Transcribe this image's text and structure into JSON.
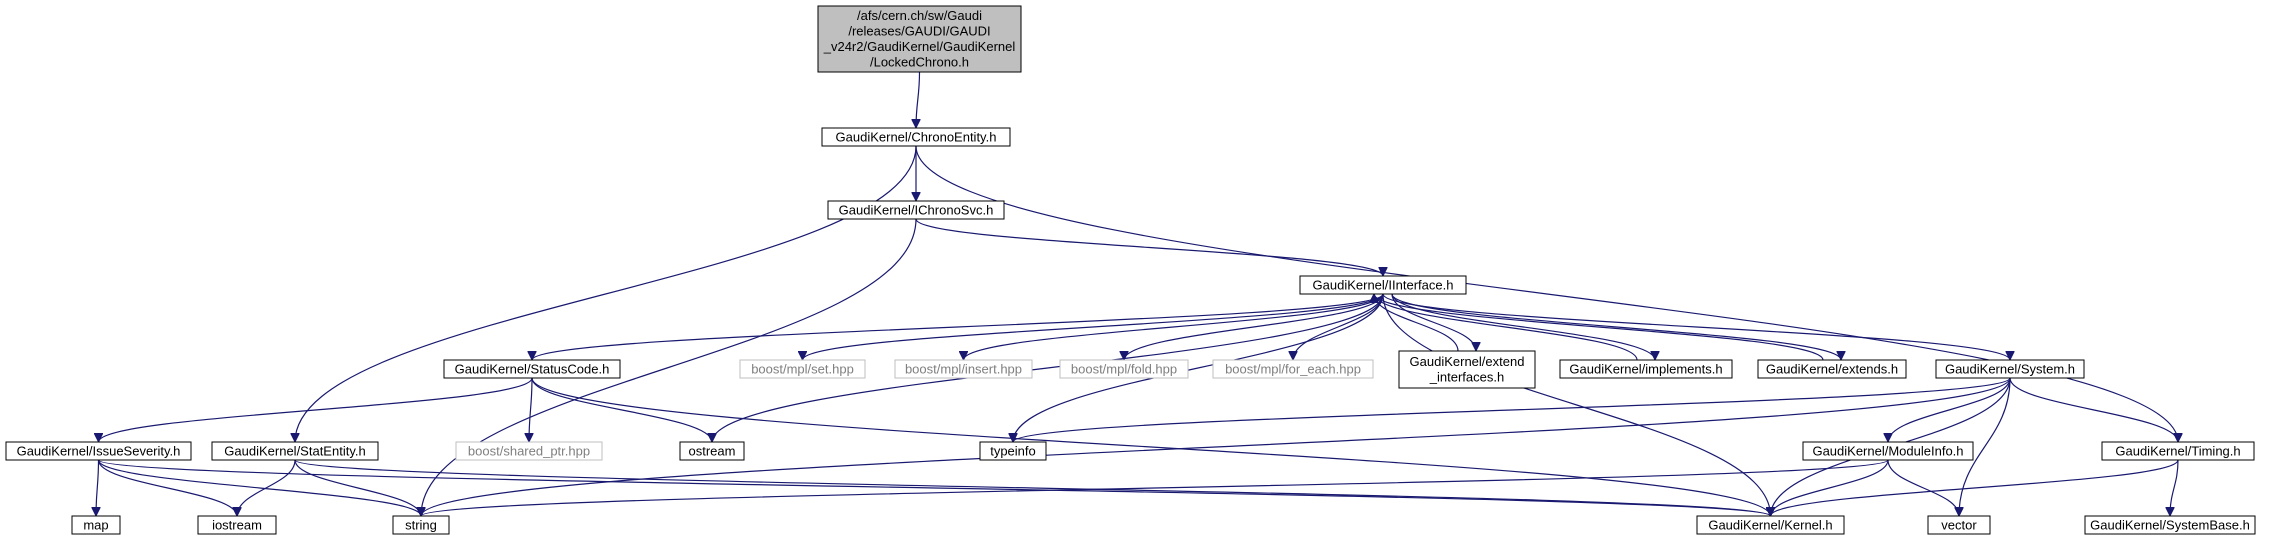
{
  "nodes": [
    {
      "id": "root",
      "lines": [
        "/afs/cern.ch/sw/Gaudi",
        "/releases/GAUDI/GAUDI",
        "_v24r2/GaudiKernel/GaudiKernel",
        "/LockedChrono.h"
      ],
      "style": "root"
    },
    {
      "id": "chronoentity",
      "lines": [
        "GaudiKernel/ChronoEntity.h"
      ],
      "style": "normal"
    },
    {
      "id": "ichronosvc",
      "lines": [
        "GaudiKernel/IChronoSvc.h"
      ],
      "style": "normal"
    },
    {
      "id": "iinterface",
      "lines": [
        "GaudiKernel/IInterface.h"
      ],
      "style": "normal"
    },
    {
      "id": "statuscode",
      "lines": [
        "GaudiKernel/StatusCode.h"
      ],
      "style": "normal"
    },
    {
      "id": "mplset",
      "lines": [
        "boost/mpl/set.hpp"
      ],
      "style": "missing"
    },
    {
      "id": "mplinsert",
      "lines": [
        "boost/mpl/insert.hpp"
      ],
      "style": "missing"
    },
    {
      "id": "mplfold",
      "lines": [
        "boost/mpl/fold.hpp"
      ],
      "style": "missing"
    },
    {
      "id": "mplforeach",
      "lines": [
        "boost/mpl/for_each.hpp"
      ],
      "style": "missing"
    },
    {
      "id": "extendinterfaces",
      "lines": [
        "GaudiKernel/extend",
        "_interfaces.h"
      ],
      "style": "normal"
    },
    {
      "id": "implements",
      "lines": [
        "GaudiKernel/implements.h"
      ],
      "style": "normal"
    },
    {
      "id": "extends",
      "lines": [
        "GaudiKernel/extends.h"
      ],
      "style": "normal"
    },
    {
      "id": "system",
      "lines": [
        "GaudiKernel/System.h"
      ],
      "style": "normal"
    },
    {
      "id": "issueseverity",
      "lines": [
        "GaudiKernel/IssueSeverity.h"
      ],
      "style": "normal"
    },
    {
      "id": "statentity",
      "lines": [
        "GaudiKernel/StatEntity.h"
      ],
      "style": "normal"
    },
    {
      "id": "sharedptr",
      "lines": [
        "boost/shared_ptr.hpp"
      ],
      "style": "missing"
    },
    {
      "id": "ostream",
      "lines": [
        "ostream"
      ],
      "style": "normal"
    },
    {
      "id": "typeinfo",
      "lines": [
        "typeinfo"
      ],
      "style": "normal"
    },
    {
      "id": "moduleinfo",
      "lines": [
        "GaudiKernel/ModuleInfo.h"
      ],
      "style": "normal"
    },
    {
      "id": "timing",
      "lines": [
        "GaudiKernel/Timing.h"
      ],
      "style": "normal"
    },
    {
      "id": "map",
      "lines": [
        "map"
      ],
      "style": "normal"
    },
    {
      "id": "iostream",
      "lines": [
        "iostream"
      ],
      "style": "normal"
    },
    {
      "id": "string",
      "lines": [
        "string"
      ],
      "style": "normal"
    },
    {
      "id": "kernel",
      "lines": [
        "GaudiKernel/Kernel.h"
      ],
      "style": "normal"
    },
    {
      "id": "vector",
      "lines": [
        "vector"
      ],
      "style": "normal"
    },
    {
      "id": "systembase",
      "lines": [
        "GaudiKernel/SystemBase.h"
      ],
      "style": "normal"
    }
  ],
  "edges": [
    {
      "from": "root",
      "to": "chronoentity"
    },
    {
      "from": "chronoentity",
      "to": "ichronosvc"
    },
    {
      "from": "chronoentity",
      "to": "statentity"
    },
    {
      "from": "chronoentity",
      "to": "timing"
    },
    {
      "from": "ichronosvc",
      "to": "iinterface"
    },
    {
      "from": "ichronosvc",
      "to": "string"
    },
    {
      "from": "iinterface",
      "to": "statuscode"
    },
    {
      "from": "iinterface",
      "to": "ostream"
    },
    {
      "from": "iinterface",
      "to": "typeinfo"
    },
    {
      "from": "iinterface",
      "to": "mplset"
    },
    {
      "from": "iinterface",
      "to": "mplinsert"
    },
    {
      "from": "iinterface",
      "to": "mplfold"
    },
    {
      "from": "iinterface",
      "to": "mplforeach"
    },
    {
      "from": "iinterface",
      "to": "extendinterfaces"
    },
    {
      "from": "iinterface",
      "to": "implements"
    },
    {
      "from": "iinterface",
      "to": "extends"
    },
    {
      "from": "iinterface",
      "to": "system"
    },
    {
      "from": "iinterface",
      "to": "kernel"
    },
    {
      "from": "extendinterfaces",
      "to": "iinterface"
    },
    {
      "from": "implements",
      "to": "iinterface"
    },
    {
      "from": "extends",
      "to": "iinterface"
    },
    {
      "from": "statuscode",
      "to": "issueseverity"
    },
    {
      "from": "statuscode",
      "to": "sharedptr"
    },
    {
      "from": "statuscode",
      "to": "ostream"
    },
    {
      "from": "statuscode",
      "to": "kernel"
    },
    {
      "from": "issueseverity",
      "to": "map"
    },
    {
      "from": "issueseverity",
      "to": "iostream"
    },
    {
      "from": "issueseverity",
      "to": "string"
    },
    {
      "from": "issueseverity",
      "to": "kernel"
    },
    {
      "from": "statentity",
      "to": "iostream"
    },
    {
      "from": "statentity",
      "to": "string"
    },
    {
      "from": "statentity",
      "to": "kernel"
    },
    {
      "from": "system",
      "to": "typeinfo"
    },
    {
      "from": "system",
      "to": "string"
    },
    {
      "from": "system",
      "to": "kernel"
    },
    {
      "from": "system",
      "to": "moduleinfo"
    },
    {
      "from": "system",
      "to": "vector"
    },
    {
      "from": "system",
      "to": "timing"
    },
    {
      "from": "moduleinfo",
      "to": "string"
    },
    {
      "from": "moduleinfo",
      "to": "kernel"
    },
    {
      "from": "moduleinfo",
      "to": "vector"
    },
    {
      "from": "timing",
      "to": "kernel"
    },
    {
      "from": "timing",
      "to": "systembase"
    }
  ]
}
